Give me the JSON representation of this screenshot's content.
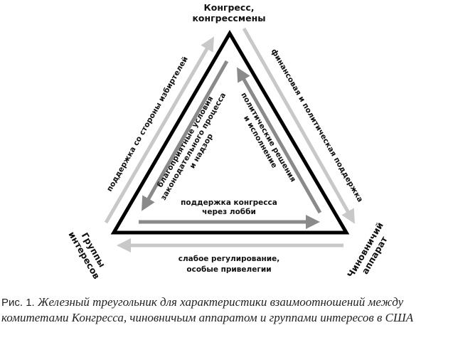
{
  "nodes": {
    "congress": [
      "Конгресс,",
      "конгрессмены"
    ],
    "interest_groups": [
      "Группы",
      "интересов"
    ],
    "bureaucracy": [
      "Чиновничий",
      "аппарат"
    ]
  },
  "arrows": {
    "outer_left": "поддержка со стороны избиртелей",
    "outer_right": "финансовая и политическая поддержка",
    "outer_bottom": [
      "слабое регулирование,",
      "особые привелегии"
    ],
    "inner_left": [
      "благоприятные условия",
      "законодательного процесса",
      "и надзор"
    ],
    "inner_right": [
      "политические решения",
      "и исполнение"
    ],
    "inner_bottom": [
      "поддержка конгресса",
      "через лобби"
    ]
  },
  "colors": {
    "outer_arrow": "#c8c8c8",
    "inner_arrow": "#8a8a8a",
    "triangle": "#000000"
  },
  "caption": {
    "figure": "Рис. 1.",
    "text": "Железный треугольник для характеристики взаимоотношений между комитетами Конгресса, чиновничьим аппаратом и группами интересов в США"
  }
}
